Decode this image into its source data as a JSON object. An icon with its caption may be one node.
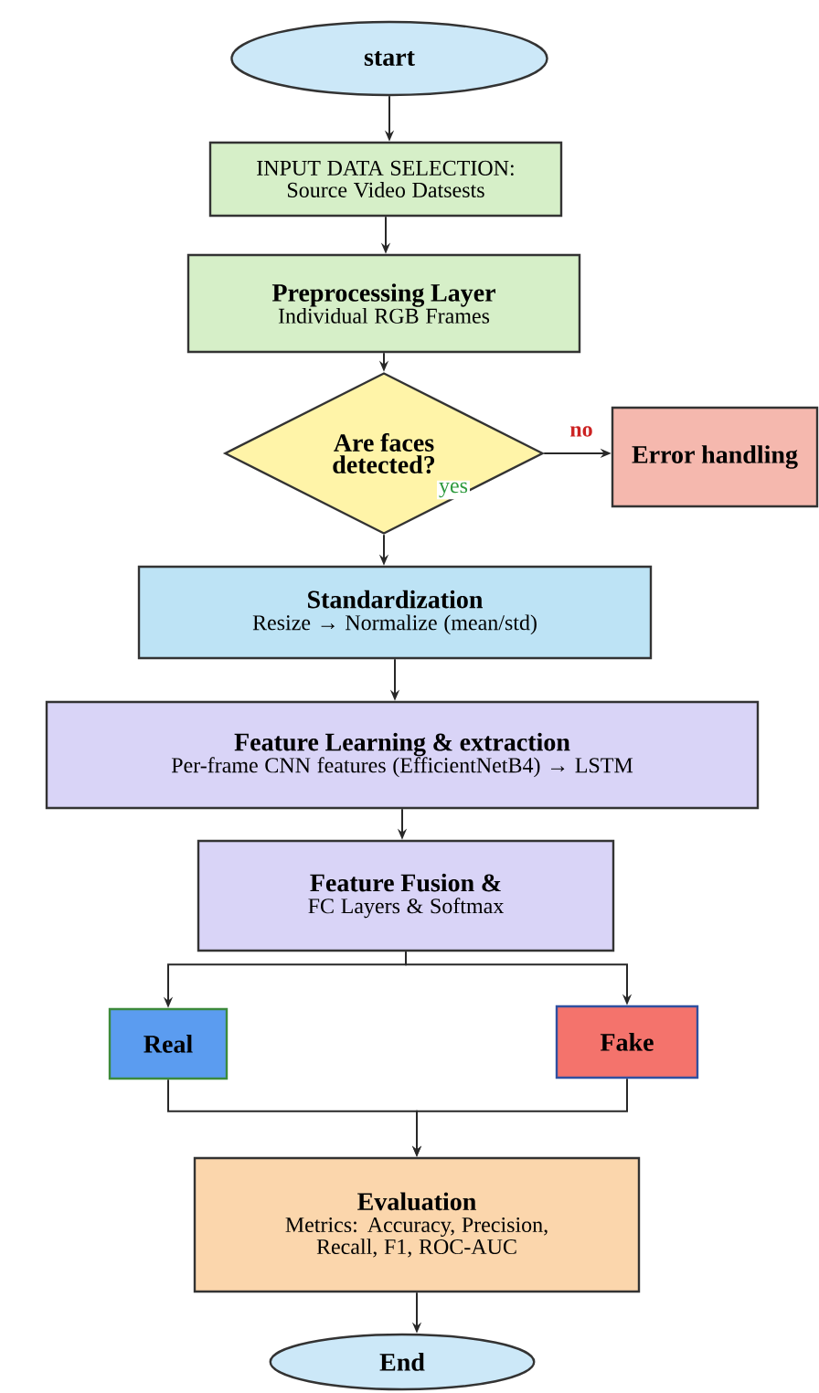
{
  "diagram": {
    "nodes": [
      {
        "text": [
          "start"
        ]
      },
      {
        "text": [
          "INPUT DATA SELECTION:",
          "Source Video Datsests"
        ]
      },
      {
        "text": [
          "Preprocessing Layer",
          "Individual RGB Frames"
        ]
      },
      {
        "text": [
          "Are faces detected?"
        ]
      },
      {
        "text": [
          "Error handling"
        ]
      },
      {
        "text": [
          "Standardization",
          "Resize → Normalize (mean/std)"
        ]
      },
      {
        "text": [
          "Feature Learning & extraction",
          "Per-frame CNN features (EfficientNetB4) → LSTM"
        ]
      },
      {
        "text": [
          "Feature Fusion &",
          "FC Layers & Softmax"
        ]
      },
      {
        "text": [
          "Real"
        ]
      },
      {
        "text": [
          "Fake"
        ]
      },
      {
        "text": [
          "Evaluation",
          "Metrics: Accuracy, Precision, Recall, F1, ROC-AUC"
        ]
      },
      {
        "text": [
          "End"
        ]
      }
    ],
    "edges": [
      {
        "from": 0,
        "to": 1,
        "arrow": "to"
      },
      {
        "from": 1,
        "to": 2,
        "arrow": "to"
      },
      {
        "from": 2,
        "to": 3,
        "arrow": "to"
      },
      {
        "from": 3,
        "to": 4,
        "arrow": "to",
        "label": "no"
      },
      {
        "from": 3,
        "to": 5,
        "arrow": "to",
        "label": "yes"
      },
      {
        "from": 5,
        "to": 6,
        "arrow": "to"
      },
      {
        "from": 6,
        "to": 7,
        "arrow": "to"
      },
      {
        "from": 7,
        "to": 8,
        "arrow": "to"
      },
      {
        "from": 7,
        "to": 9,
        "arrow": "to"
      },
      {
        "from": 8,
        "to": 10,
        "arrow": "to"
      },
      {
        "from": 9,
        "to": 10,
        "arrow": "to"
      },
      {
        "from": 10,
        "to": 11,
        "arrow": "to"
      }
    ]
  }
}
